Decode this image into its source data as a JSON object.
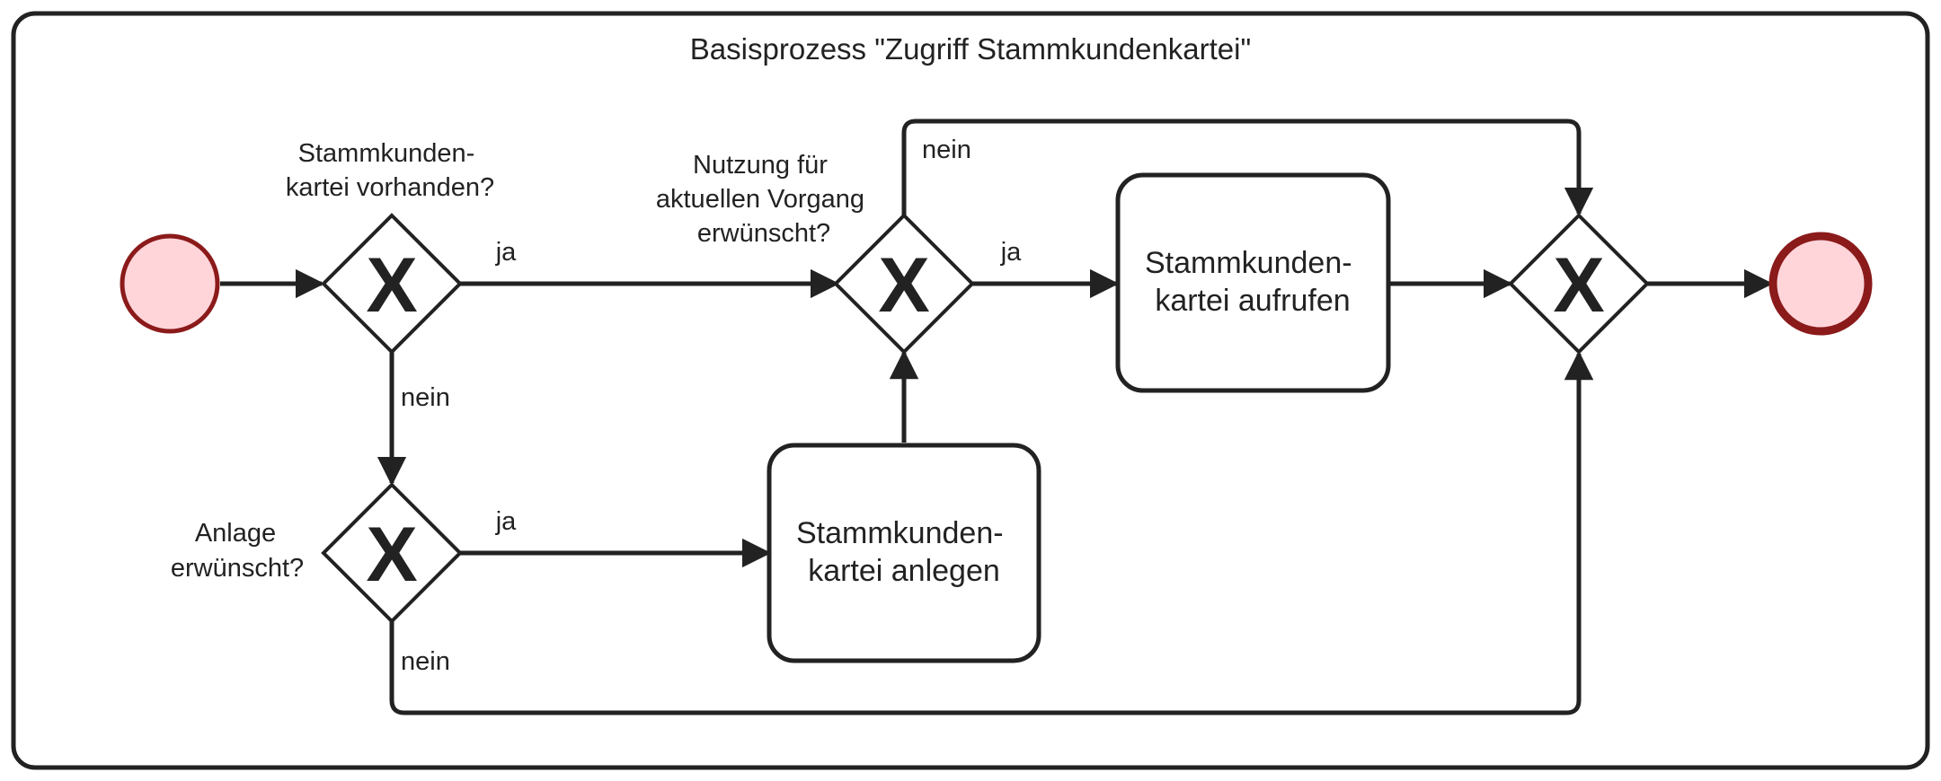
{
  "pool": {
    "title": "Basisprozess \"Zugriff Stammkundenkartei\""
  },
  "gateways": {
    "g1": {
      "line1": "Stammkunden-",
      "line2": "kartei vorhanden?",
      "mark": "X"
    },
    "g2": {
      "line1": "Nutzung für",
      "line2": "aktuellen Vorgang",
      "line3": "erwünscht?",
      "mark": "X"
    },
    "g3": {
      "line1": "Anlage",
      "line2": "erwünscht?",
      "mark": "X"
    },
    "g4": {
      "mark": "X"
    }
  },
  "tasks": {
    "aufrufen": {
      "line1": "Stammkunden-",
      "line2": "kartei aufrufen"
    },
    "anlegen": {
      "line1": "Stammkunden-",
      "line2": "kartei anlegen"
    }
  },
  "flows": {
    "g1_ja": "ja",
    "g1_nein": "nein",
    "g2_ja": "ja",
    "g2_nein": "nein",
    "g3_ja": "ja",
    "g3_nein": "nein"
  },
  "colors": {
    "start_fill": "#ffd5da",
    "start_stroke": "#8b1a1a",
    "end_fill": "#ffd5da",
    "end_stroke": "#8b1a1a",
    "line": "#222222"
  }
}
